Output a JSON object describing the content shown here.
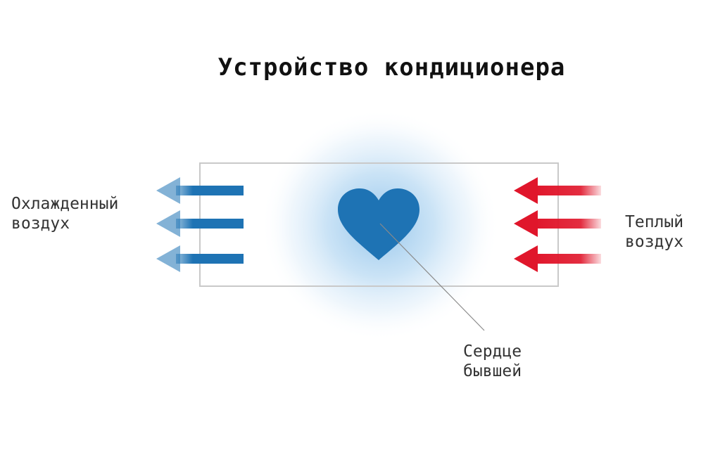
{
  "title": "Устройство кондиционера",
  "labels": {
    "cooled_air": [
      "Охлажденный",
      "воздух"
    ],
    "warm_air": [
      "Теплый",
      "воздух"
    ],
    "heart": [
      "Сердце",
      "бывшей"
    ]
  },
  "colors": {
    "cold": "#1e73b4",
    "warm": "#e0162b",
    "glow": "#9cc8ec",
    "box": "#c9c9c9",
    "pointer": "#8a8a8a"
  },
  "icons": [
    "arrow-left-icon",
    "heart-icon"
  ]
}
